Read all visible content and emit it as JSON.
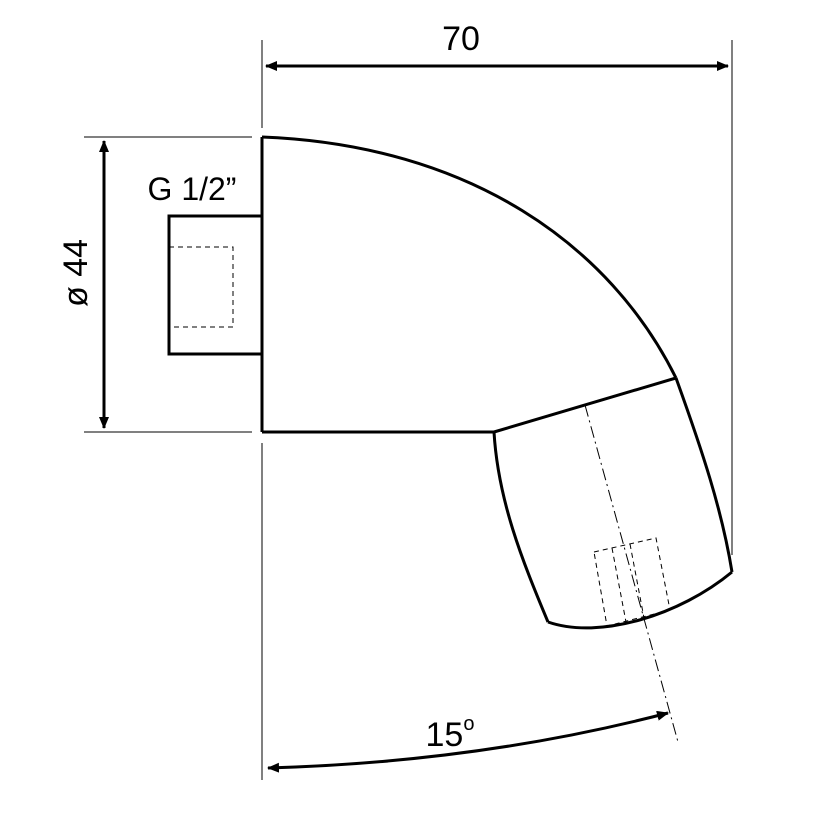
{
  "dimensions": {
    "width": "70",
    "diameter": "ø 44",
    "thread": "G 1/2”",
    "angle": "15",
    "angle_unit": "o"
  },
  "colors": {
    "line": "#000000",
    "background": "#ffffff"
  }
}
